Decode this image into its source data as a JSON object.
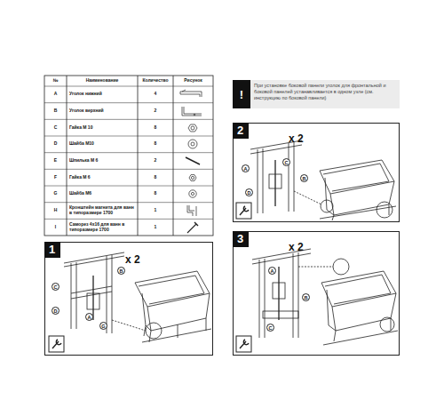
{
  "diagram": {
    "nodes": [
      {
        "text": [
          "!",
          "При установке боковой панели уголок для фронтальной и боковой панелей устанавливается в одном узле (см. инструкцию по боковой панели)"
        ]
      },
      {
        "text": [
          "1",
          "x 2"
        ]
      },
      {
        "text": [
          "2",
          "x 2"
        ]
      },
      {
        "text": [
          "3",
          "x 2"
        ]
      }
    ],
    "edges": [],
    "labels": [
      "№",
      "Наименование",
      "Количество",
      "Рисунок",
      "A",
      "Уголок нижний",
      "4",
      "B",
      "Уголок верхний",
      "2",
      "C",
      "Гайка М 10",
      "8",
      "D",
      "Шайба М10",
      "8",
      "E",
      "Шпилька М 6",
      "2",
      "F",
      "Гайка М 6",
      "8",
      "G",
      "Шайба М6",
      "8",
      "H",
      "Кронштейн магнита для ванн в типоразмере 1700",
      "1",
      "I",
      "Саморез 4х16 для ванн в типоразмере 1700",
      "1",
      "C",
      "D",
      "A",
      "B",
      "G",
      "A",
      "C",
      "D",
      "B",
      "A",
      "B",
      "C"
    ]
  }
}
